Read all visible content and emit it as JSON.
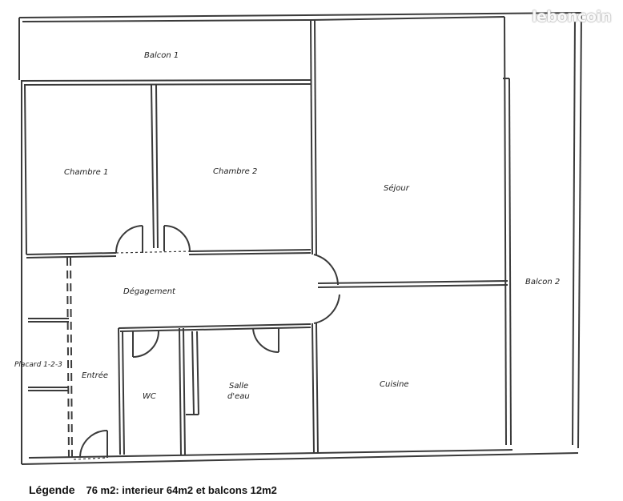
{
  "watermark": "leboncoin",
  "rooms": {
    "balcon1": "Balcon 1",
    "chambre1": "Chambre 1",
    "chambre2": "Chambre 2",
    "sejour": "Séjour",
    "balcon2": "Balcon 2",
    "degagement": "Dégagement",
    "placard": "Placard 1-2-3",
    "entree": "Entrée",
    "wc": "WC",
    "salle_eau_line1": "Salle",
    "salle_eau_line2": "d'eau",
    "cuisine": "Cuisine"
  },
  "legend": {
    "title": "Légende",
    "text": "76 m2: interieur 64m2 et balcons 12m2"
  },
  "colors": {
    "wall": "#3a3a3a",
    "paper": "#ffffff"
  }
}
